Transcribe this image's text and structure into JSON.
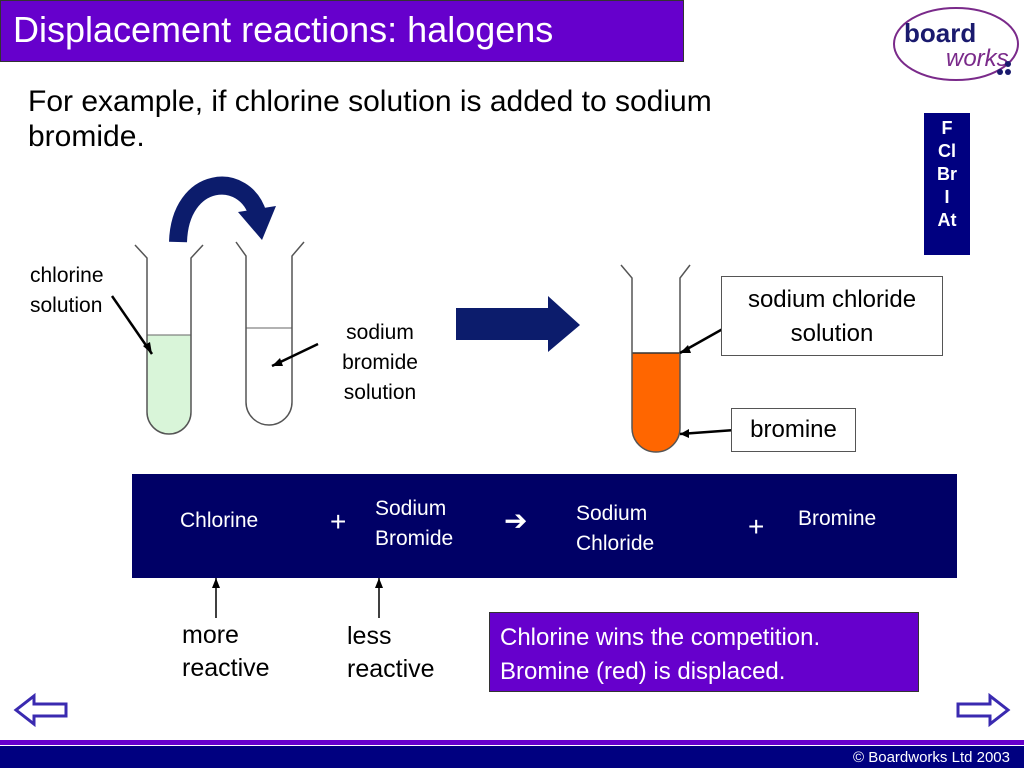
{
  "title": "Displacement reactions: halogens",
  "logo": {
    "line1": "board",
    "line2": "works"
  },
  "intro": "For example, if  chlorine solution is added to sodium bromide.",
  "group7": [
    "F",
    "Cl",
    "Br",
    "I",
    "At"
  ],
  "labels": {
    "chlorine_solution_1": "chlorine",
    "chlorine_solution_2": "solution",
    "sodium_bromide_1": "sodium",
    "sodium_bromide_2": "bromide",
    "sodium_bromide_3": "solution",
    "sodium_chloride_1": "sodium chloride",
    "sodium_chloride_2": "solution",
    "bromine": "bromine"
  },
  "equation": {
    "reactant1": "Chlorine",
    "plus1": "+",
    "reactant2_line1": "Sodium",
    "reactant2_line2": "Bromide",
    "arrow": "➔",
    "product1_line1": "Sodium",
    "product1_line2": "Chloride",
    "plus2": "+",
    "product2": "Bromine"
  },
  "reactivity": {
    "more_1": "more",
    "more_2": "reactive",
    "less_1": "less",
    "less_2": "reactive"
  },
  "note": {
    "line1": "Chlorine wins the competition.",
    "line2": "Bromine (red) is displaced."
  },
  "footer": "© Boardworks Ltd 2003",
  "colors": {
    "title_bg": "#6600cc",
    "equation_bg": "#000066",
    "periodic_bg": "#000080",
    "chlorine_solution": "#d9f5d9",
    "bromine": "#ff6600",
    "arrow": "#0c1c6c"
  }
}
